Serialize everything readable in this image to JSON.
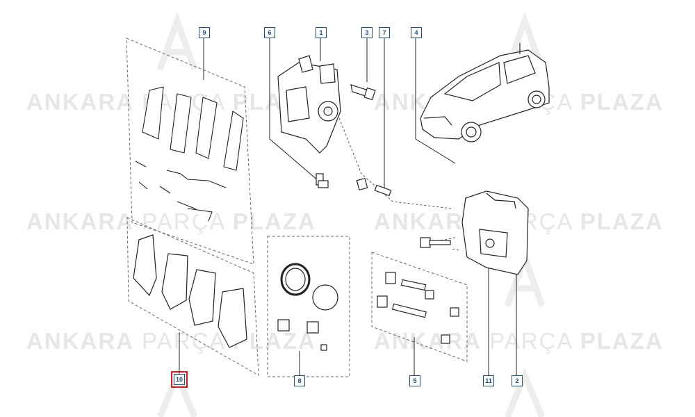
{
  "watermark": {
    "word1": "ANKARA",
    "word2": "PARÇA",
    "word3": "PLAZA",
    "logo": "ap-monogram",
    "color": "#e6e6e6"
  },
  "callouts": [
    "1",
    "2",
    "3",
    "4",
    "5",
    "6",
    "7",
    "8",
    "9",
    "10",
    "11"
  ],
  "highlighted_callout": "10",
  "colors": {
    "callout_border": "#1a4f8a",
    "highlight": "#d41c1c",
    "line": "#222222",
    "dash": "#555555"
  }
}
